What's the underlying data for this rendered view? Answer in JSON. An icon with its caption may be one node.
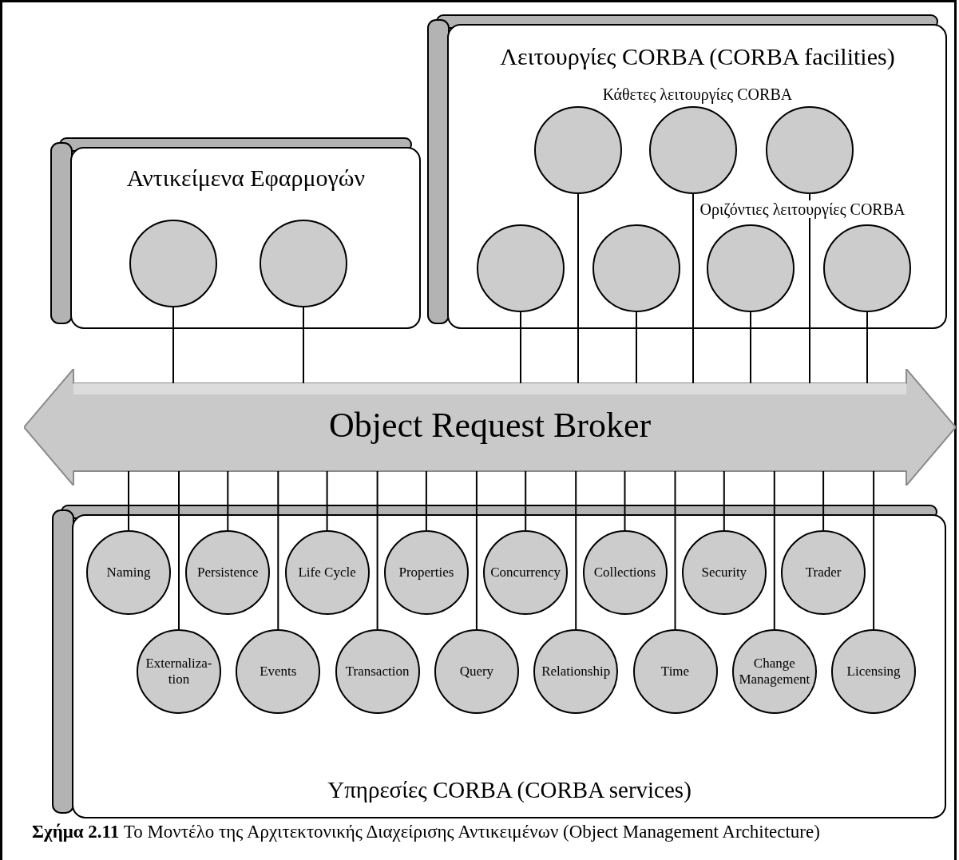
{
  "diagram": {
    "caption": "**Σχήμα 2.11** Το Μοντέλο της Αρχιτεκτονικής Διαχείρισης Αντικειμένων (Object Management Architecture)",
    "nodes": [
      {
        "text": [
          "Αντικείμενα Εφαρμογών"
        ]
      },
      {
        "text": [],
        "shape": "circle",
        "in": 0
      },
      {
        "text": [],
        "shape": "circle",
        "in": 0
      },
      {
        "text": [
          "Λειτουργίες CORBA (CORBA facilities)",
          "Κάθετες λειτουργίες CORBA",
          "Οριζόντιες λειτουργίες CORBA"
        ]
      },
      {
        "text": [],
        "shape": "circle",
        "in": 3
      },
      {
        "text": [],
        "shape": "circle",
        "in": 3
      },
      {
        "text": [],
        "shape": "circle",
        "in": 3
      },
      {
        "text": [],
        "shape": "circle",
        "in": 3
      },
      {
        "text": [],
        "shape": "circle",
        "in": 3
      },
      {
        "text": [],
        "shape": "circle",
        "in": 3
      },
      {
        "text": [],
        "shape": "circle",
        "in": 3
      },
      {
        "text": [
          "Object Request Broker"
        ]
      },
      {
        "text": [
          "Υπηρεσίες CORBA (CORBA services)"
        ]
      },
      {
        "text": [
          "Naming"
        ],
        "in": 12
      },
      {
        "text": [
          "Persistence"
        ],
        "in": 12
      },
      {
        "text": [
          "Life Cycle"
        ],
        "in": 12
      },
      {
        "text": [
          "Properties"
        ],
        "in": 12
      },
      {
        "text": [
          "Concurrency"
        ],
        "in": 12
      },
      {
        "text": [
          "Collections"
        ],
        "in": 12
      },
      {
        "text": [
          "Security"
        ],
        "in": 12
      },
      {
        "text": [
          "Trader"
        ],
        "in": 12
      },
      {
        "text": [
          "Externaliza-tion"
        ],
        "in": 12
      },
      {
        "text": [
          "Events"
        ],
        "in": 12
      },
      {
        "text": [
          "Transaction"
        ],
        "in": 12
      },
      {
        "text": [
          "Query"
        ],
        "in": 12
      },
      {
        "text": [
          "Relationship"
        ],
        "in": 12
      },
      {
        "text": [
          "Time"
        ],
        "in": 12
      },
      {
        "text": [
          "Change Management"
        ],
        "in": 12
      },
      {
        "text": [
          "Licensing"
        ],
        "in": 12
      }
    ],
    "edges": [
      {
        "from": 1,
        "to": 11,
        "arrow": "none"
      },
      {
        "from": 2,
        "to": 11,
        "arrow": "none"
      },
      {
        "from": 4,
        "to": 11,
        "arrow": "none"
      },
      {
        "from": 5,
        "to": 11,
        "arrow": "none"
      },
      {
        "from": 6,
        "to": 11,
        "arrow": "none"
      },
      {
        "from": 7,
        "to": 11,
        "arrow": "none"
      },
      {
        "from": 8,
        "to": 11,
        "arrow": "none"
      },
      {
        "from": 9,
        "to": 11,
        "arrow": "none"
      },
      {
        "from": 10,
        "to": 11,
        "arrow": "none"
      },
      {
        "from": 13,
        "to": 11,
        "arrow": "none"
      },
      {
        "from": 14,
        "to": 11,
        "arrow": "none"
      },
      {
        "from": 15,
        "to": 11,
        "arrow": "none"
      },
      {
        "from": 16,
        "to": 11,
        "arrow": "none"
      },
      {
        "from": 17,
        "to": 11,
        "arrow": "none"
      },
      {
        "from": 18,
        "to": 11,
        "arrow": "none"
      },
      {
        "from": 19,
        "to": 11,
        "arrow": "none"
      },
      {
        "from": 20,
        "to": 11,
        "arrow": "none"
      },
      {
        "from": 21,
        "to": 11,
        "arrow": "none"
      },
      {
        "from": 22,
        "to": 11,
        "arrow": "none"
      },
      {
        "from": 23,
        "to": 11,
        "arrow": "none"
      },
      {
        "from": 24,
        "to": 11,
        "arrow": "none"
      },
      {
        "from": 25,
        "to": 11,
        "arrow": "none"
      },
      {
        "from": 26,
        "to": 11,
        "arrow": "none"
      },
      {
        "from": 27,
        "to": 11,
        "arrow": "none"
      },
      {
        "from": 28,
        "to": 11,
        "arrow": "none"
      }
    ]
  }
}
